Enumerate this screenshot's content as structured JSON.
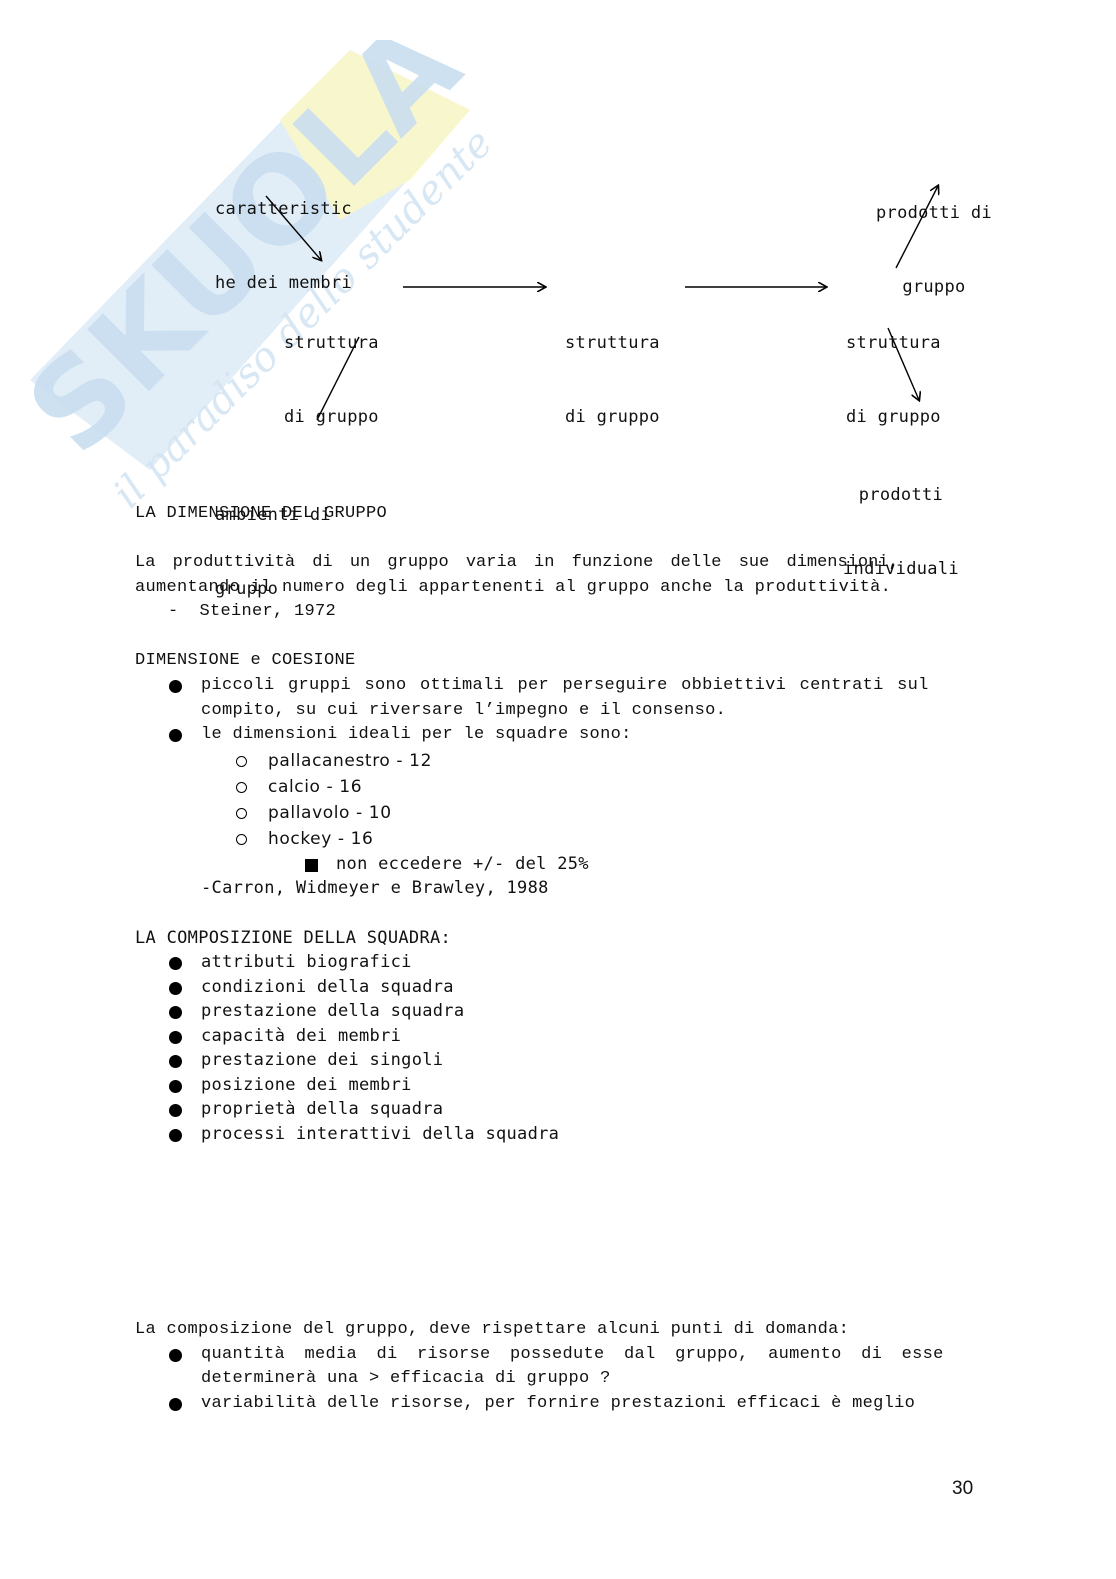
{
  "diagram": {
    "nodes": [
      {
        "id": "caratteristiche",
        "lines": [
          "caratteristic",
          "he dei membri"
        ]
      },
      {
        "id": "struttura1",
        "lines": [
          "struttura",
          "di gruppo"
        ]
      },
      {
        "id": "ambienti",
        "lines": [
          "ambienti di",
          "gruppo"
        ]
      },
      {
        "id": "struttura2",
        "lines": [
          "struttura",
          "di gruppo"
        ]
      },
      {
        "id": "struttura3",
        "lines": [
          "struttura",
          "di gruppo"
        ]
      },
      {
        "id": "prodotti_gruppo",
        "lines": [
          "prodotti di",
          "gruppo"
        ]
      },
      {
        "id": "prodotti_individuali",
        "lines": [
          "prodotti",
          "individuali"
        ]
      }
    ]
  },
  "section1": {
    "heading": "LA DIMENSIONE DEL GRUPPO",
    "paragraph_line1": "La produttività di un gruppo varia in funzione delle sue dimensioni,",
    "paragraph_line2": "aumentando il numero degli appartenenti al gruppo anche la produttività.",
    "citation": "-  Steiner, 1972"
  },
  "section2": {
    "heading": "DIMENSIONE e COESIONE",
    "bullets": [
      {
        "line1": "piccoli gruppi sono ottimali per perseguire obbiettivi centrati sul",
        "line2": "compito, su cui riversare l’impegno e il consenso."
      },
      {
        "line1": "le dimensioni ideali per le squadre sono:"
      }
    ],
    "sub_items": [
      "pallacanestro - 12",
      "calcio - 16",
      "pallavolo - 10",
      "hockey - 16"
    ],
    "note": "non eccedere +/- del 25%",
    "citation": "-Carron, Widmeyer e Brawley, 1988"
  },
  "section3": {
    "heading": "LA COMPOSIZIONE DELLA SQUADRA:",
    "items": [
      "attributi biografici",
      "condizioni della squadra",
      "prestazione della squadra",
      "capacità dei membri",
      "prestazione dei singoli",
      "posizione dei membri",
      "proprietà della squadra",
      "processi interattivi della squadra"
    ]
  },
  "section4": {
    "intro": "La composizione del gruppo, deve rispettare alcuni punti di domanda:",
    "bullets": [
      {
        "line1": "quantità media di risorse possedute dal gruppo, aumento di esse",
        "line2": "determinerà una > efficacia di gruppo ?"
      },
      {
        "line1": "variabilità delle risorse, per fornire prestazioni efficaci è meglio"
      }
    ]
  },
  "watermark": {
    "brand": "SKUOLA.net",
    "tagline": "il paradiso dello studente",
    "colors": {
      "blue": "#d6e8f5",
      "yellow": "#fbf6c8"
    }
  },
  "footer": {
    "page_number": "30"
  }
}
